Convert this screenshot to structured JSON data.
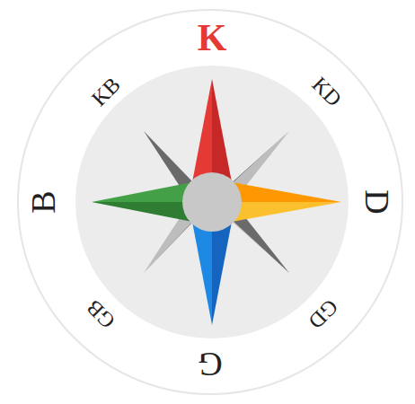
{
  "diagram": {
    "labels": [
      "K",
      "KB",
      "KD",
      "B",
      "D",
      "GB",
      "G",
      "GD"
    ]
  }
}
